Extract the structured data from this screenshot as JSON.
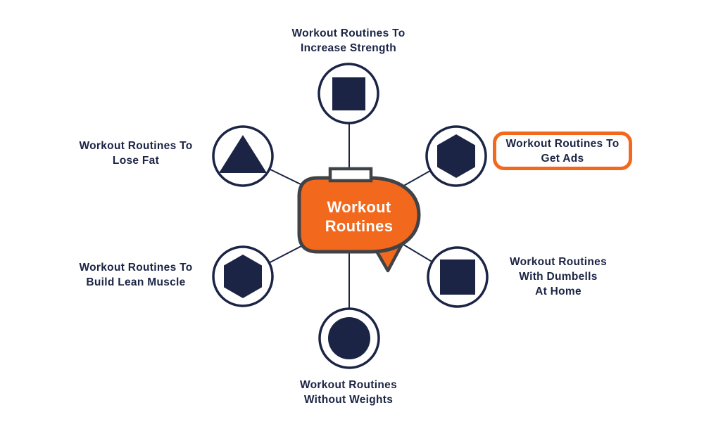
{
  "title": "Workout Routines mind map",
  "center": {
    "line1": "Workout",
    "line2": "Routines"
  },
  "nodes": [
    {
      "id": "increase-strength",
      "icon": "square-icon",
      "position": "top",
      "highlighted": false,
      "lines": [
        "Workout Routines To",
        "Increase Strength"
      ]
    },
    {
      "id": "get-ads",
      "icon": "hexagon-icon",
      "position": "top-right",
      "highlighted": true,
      "lines": [
        "Workout Routines To",
        "Get Ads"
      ]
    },
    {
      "id": "dumbells-at-home",
      "icon": "square-icon",
      "position": "bottom-right",
      "highlighted": false,
      "lines": [
        "Workout Routines",
        "With Dumbells",
        "At Home"
      ]
    },
    {
      "id": "without-weights",
      "icon": "circle-icon",
      "position": "bottom",
      "highlighted": false,
      "lines": [
        "Workout Routines",
        "Without Weights"
      ]
    },
    {
      "id": "build-lean-muscle",
      "icon": "hexagon-icon",
      "position": "bottom-left",
      "highlighted": false,
      "lines": [
        "Workout Routines To",
        "Build Lean Muscle"
      ]
    },
    {
      "id": "lose-fat",
      "icon": "triangle-icon",
      "position": "top-left",
      "highlighted": false,
      "lines": [
        "Workout Routines To",
        "Lose Fat"
      ]
    }
  ],
  "colors": {
    "navy": "#1B2444",
    "orange": "#F2691E",
    "bubble_border": "#3F4347",
    "background": "#FFFFFF"
  }
}
